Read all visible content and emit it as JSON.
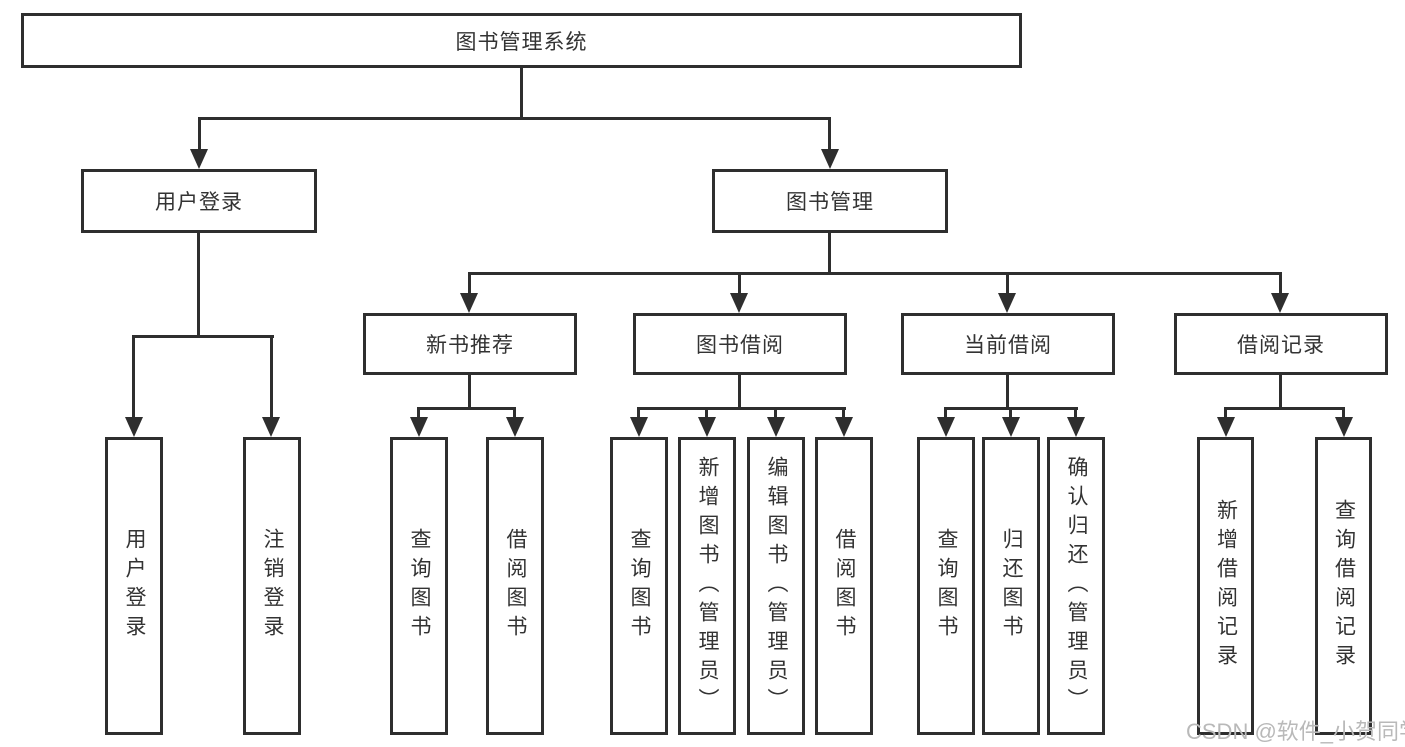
{
  "diagram": {
    "root": {
      "label": "图书管理系统"
    },
    "branches": [
      {
        "label": "用户登录",
        "children": [
          {
            "label": "用户登录"
          },
          {
            "label": "注销登录"
          }
        ]
      },
      {
        "label": "图书管理",
        "children": [
          {
            "label": "新书推荐",
            "children": [
              {
                "label": "查询图书"
              },
              {
                "label": "借阅图书"
              }
            ]
          },
          {
            "label": "图书借阅",
            "children": [
              {
                "label": "查询图书"
              },
              {
                "label": "新增图书（管理员）"
              },
              {
                "label": "编辑图书（管理员）"
              },
              {
                "label": "借阅图书"
              }
            ]
          },
          {
            "label": "当前借阅",
            "children": [
              {
                "label": "查询图书"
              },
              {
                "label": "归还图书"
              },
              {
                "label": "确认归还（管理员）"
              }
            ]
          },
          {
            "label": "借阅记录",
            "children": [
              {
                "label": "新增借阅记录"
              },
              {
                "label": "查询借阅记录"
              }
            ]
          }
        ]
      }
    ]
  },
  "watermark": {
    "text": "CSDN @软件_小贺同学",
    "color": "#b9b9b9"
  },
  "colors": {
    "line": "#2e2e2e",
    "box_border": "#2e2e2e",
    "text": "#333333",
    "background": "#ffffff"
  }
}
